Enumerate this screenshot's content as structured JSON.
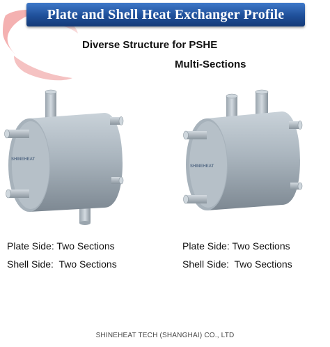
{
  "header": {
    "title": "Plate and Shell Heat Exchanger Profile"
  },
  "subtitle": {
    "part1": "Divers",
    "part2": "e",
    "part3": " Structure for PSHE"
  },
  "section_label": "Multi-Sections",
  "logos": {
    "left": "SHINEHEAT",
    "right": "SHINEHEAT"
  },
  "captions": {
    "left": {
      "plate_side": "Plate Side: Two Sections",
      "shell_side": "Shell Side:  Two Sections"
    },
    "right": {
      "plate_side": "Plate Side: Two Sections",
      "shell_side": "Shell Side:  Two Sections"
    }
  },
  "footer": "SHINEHEAT TECH (SHANGHAI) CO., LTD",
  "colors": {
    "banner_blue": "#1f4f99",
    "swoosh_red": "#e05a5a",
    "vessel_gray": "#a9b4bd"
  }
}
